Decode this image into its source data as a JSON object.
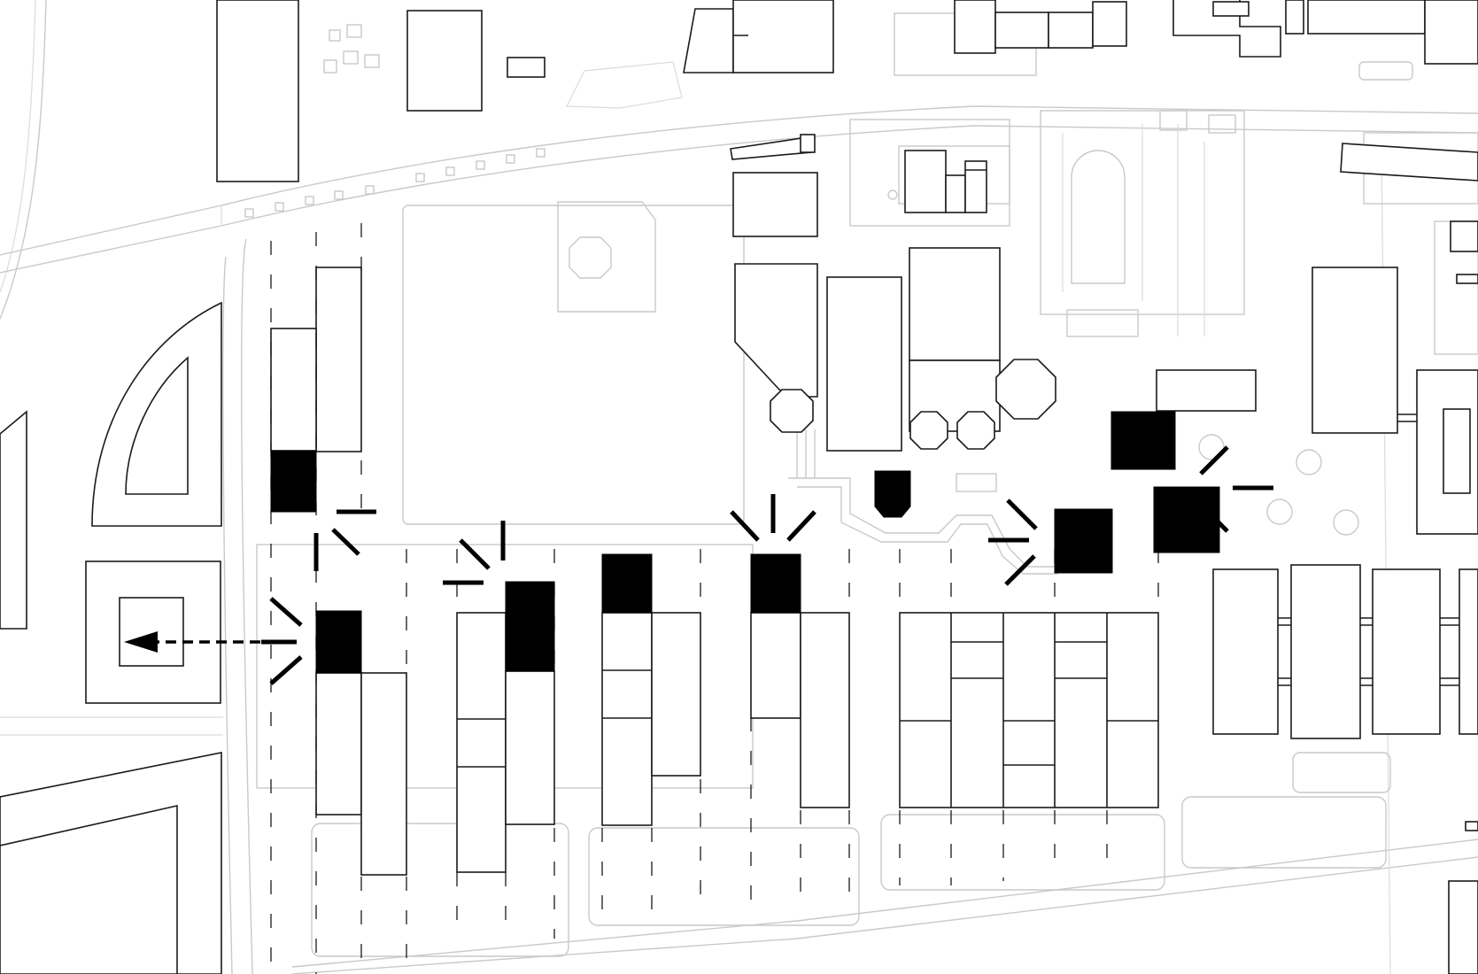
{
  "drawing": {
    "kind": "site-plan",
    "text_labels": [],
    "colors": {
      "background": "#ffffff",
      "context_line": "#c9c9c9",
      "building_outline": "#1a1a1a",
      "highlight_fill": "#000000"
    },
    "highlighted_blocks": 10,
    "arrow_direction": "west",
    "symbols": [
      "burst-lines-icon",
      "arrow-left-icon"
    ]
  }
}
